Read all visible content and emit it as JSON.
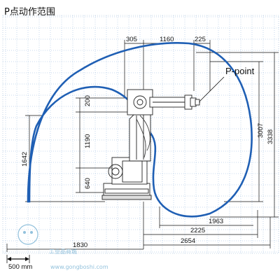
{
  "title": "P点动作范围",
  "point_label": "P-point",
  "top_dims": [
    "305",
    "1160",
    "225"
  ],
  "left_dims": [
    "200",
    "1190",
    "640",
    "1642"
  ],
  "right_dims": [
    "3007",
    "3338"
  ],
  "bottom_dims": [
    "1963",
    "2225",
    "2654",
    "1830"
  ],
  "scale_label": "500 mm",
  "watermark": {
    "cn": "工业品商城",
    "url": "www.gongboshi.com"
  },
  "colors": {
    "envelope": "#1f5fb4",
    "grid": "#8fb4d9",
    "robot": "#222222",
    "dimension": "#111111"
  }
}
